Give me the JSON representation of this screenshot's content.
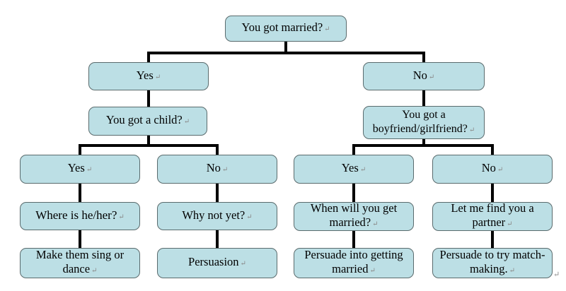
{
  "diagram": {
    "type": "decision-tree-flowchart",
    "colors": {
      "box_fill": "#bcdfe5",
      "box_border": "#5a6b6d",
      "connector": "#000000",
      "text": "#000000",
      "formatting_mark": "#8a8a8a",
      "background": "#ffffff"
    },
    "marks": {
      "soft_return": "↵",
      "paragraph_end": "↵"
    },
    "nodes": {
      "root": {
        "label": "You got married?"
      },
      "married_yes": {
        "label": "Yes"
      },
      "married_no": {
        "label": "No"
      },
      "child_q": {
        "label": "You got a child?"
      },
      "partner_q": {
        "label": "You got a boyfriend/girlfriend?"
      },
      "child_yes": {
        "label": "Yes"
      },
      "child_no": {
        "label": "No"
      },
      "partner_yes": {
        "label": "Yes"
      },
      "partner_no": {
        "label": "No"
      },
      "where": {
        "label": "Where is he/her?"
      },
      "why_not": {
        "label": "Why not yet?"
      },
      "when_marry": {
        "label": "When will you get married?"
      },
      "find_partner": {
        "label": "Let me find you a partner"
      },
      "sing_dance": {
        "label": "Make them sing or dance"
      },
      "persuasion": {
        "label": "Persuasion"
      },
      "persuade_marry": {
        "label": "Persuade into getting married"
      },
      "matchmaking": {
        "label": "Persuade to try match-making."
      }
    },
    "edges": [
      {
        "from": "root",
        "to": [
          "married_yes",
          "married_no"
        ]
      },
      {
        "from": "married_yes",
        "to": [
          "child_q"
        ]
      },
      {
        "from": "married_no",
        "to": [
          "partner_q"
        ]
      },
      {
        "from": "child_q",
        "to": [
          "child_yes",
          "child_no"
        ]
      },
      {
        "from": "partner_q",
        "to": [
          "partner_yes",
          "partner_no"
        ]
      },
      {
        "from": "child_yes",
        "to": [
          "where"
        ]
      },
      {
        "from": "child_no",
        "to": [
          "why_not"
        ]
      },
      {
        "from": "partner_yes",
        "to": [
          "when_marry"
        ]
      },
      {
        "from": "partner_no",
        "to": [
          "find_partner"
        ]
      },
      {
        "from": "where",
        "to": [
          "sing_dance"
        ]
      },
      {
        "from": "why_not",
        "to": [
          "persuasion"
        ]
      },
      {
        "from": "when_marry",
        "to": [
          "persuade_marry"
        ]
      },
      {
        "from": "find_partner",
        "to": [
          "matchmaking"
        ]
      }
    ]
  }
}
